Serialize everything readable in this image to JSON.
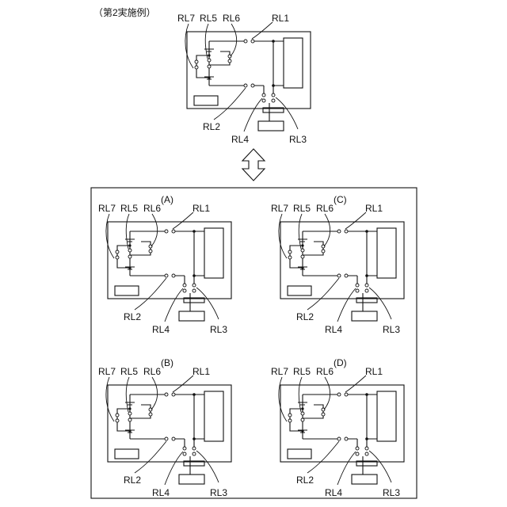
{
  "header": {
    "title": "（第2実施例）"
  },
  "colors": {
    "ink": "#111111",
    "paper": "#ffffff"
  },
  "arrow": {
    "icon": "double-arrow-up-down"
  },
  "relay_labels": {
    "rl1": "RL1",
    "rl2": "RL2",
    "rl3": "RL3",
    "rl4": "RL4",
    "rl5": "RL5",
    "rl6": "RL6",
    "rl7": "RL7"
  },
  "panels": [
    {
      "id": "top",
      "tag": ""
    },
    {
      "id": "a",
      "tag": "(A)"
    },
    {
      "id": "c",
      "tag": "(C)"
    },
    {
      "id": "b",
      "tag": "(B)"
    },
    {
      "id": "d",
      "tag": "(D)"
    }
  ]
}
